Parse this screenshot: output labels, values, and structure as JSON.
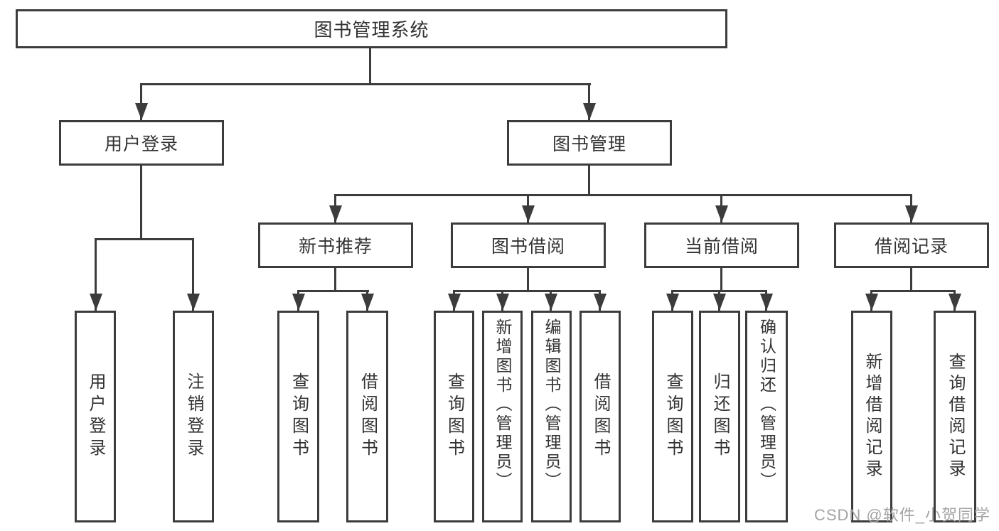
{
  "diagram": {
    "title": "图书管理系统",
    "branches": [
      {
        "label": "用户登录",
        "leaves": [
          {
            "label": "用户登录"
          },
          {
            "label": "注销登录"
          }
        ]
      },
      {
        "label": "图书管理",
        "children": [
          {
            "label": "新书推荐",
            "leaves": [
              {
                "label": "查询图书"
              },
              {
                "label": "借阅图书"
              }
            ]
          },
          {
            "label": "图书借阅",
            "leaves": [
              {
                "label": "查询图书"
              },
              {
                "label": "新增图书（管理员）"
              },
              {
                "label": "编辑图书（管理员）"
              },
              {
                "label": "借阅图书"
              }
            ]
          },
          {
            "label": "当前借阅",
            "leaves": [
              {
                "label": "查询图书"
              },
              {
                "label": "归还图书"
              },
              {
                "label": "确认归还（管理员）"
              }
            ]
          },
          {
            "label": "借阅记录",
            "leaves": [
              {
                "label": "新增借阅记录"
              },
              {
                "label": "查询借阅记录"
              }
            ]
          }
        ]
      }
    ]
  },
  "watermark": {
    "text": "CSDN @软件_小贺同学"
  },
  "colors": {
    "line": "#3c3c3c",
    "text": "#333333",
    "box_fill": "#ffffff",
    "watermark": "#a3a3a3",
    "background": "#ffffff"
  }
}
